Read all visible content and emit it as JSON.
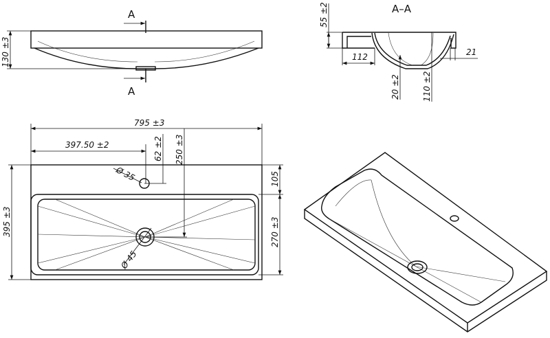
{
  "title": "Washbasin technical drawing",
  "section_marks": {
    "top": "A",
    "bottom": "A"
  },
  "side_view": {
    "height": "130 ±3"
  },
  "section": {
    "title": "A–A",
    "rim_height": "55 ±2",
    "rim_width": "112",
    "wall": "21",
    "drain_depth": "20 ±2",
    "bowl_depth": "110 ±2"
  },
  "plan_view": {
    "overall_width": "795 ±3",
    "half_width": "397.50 ±2",
    "tap_hole_offset": "62 ±2",
    "drain_offset": "250 ±3",
    "tap_hole_diameter": "Ø 35",
    "rim_depth": "105",
    "overall_depth": "395 ±3",
    "basin_depth": "270 ±3",
    "drain_diameter": "Ø 45"
  }
}
